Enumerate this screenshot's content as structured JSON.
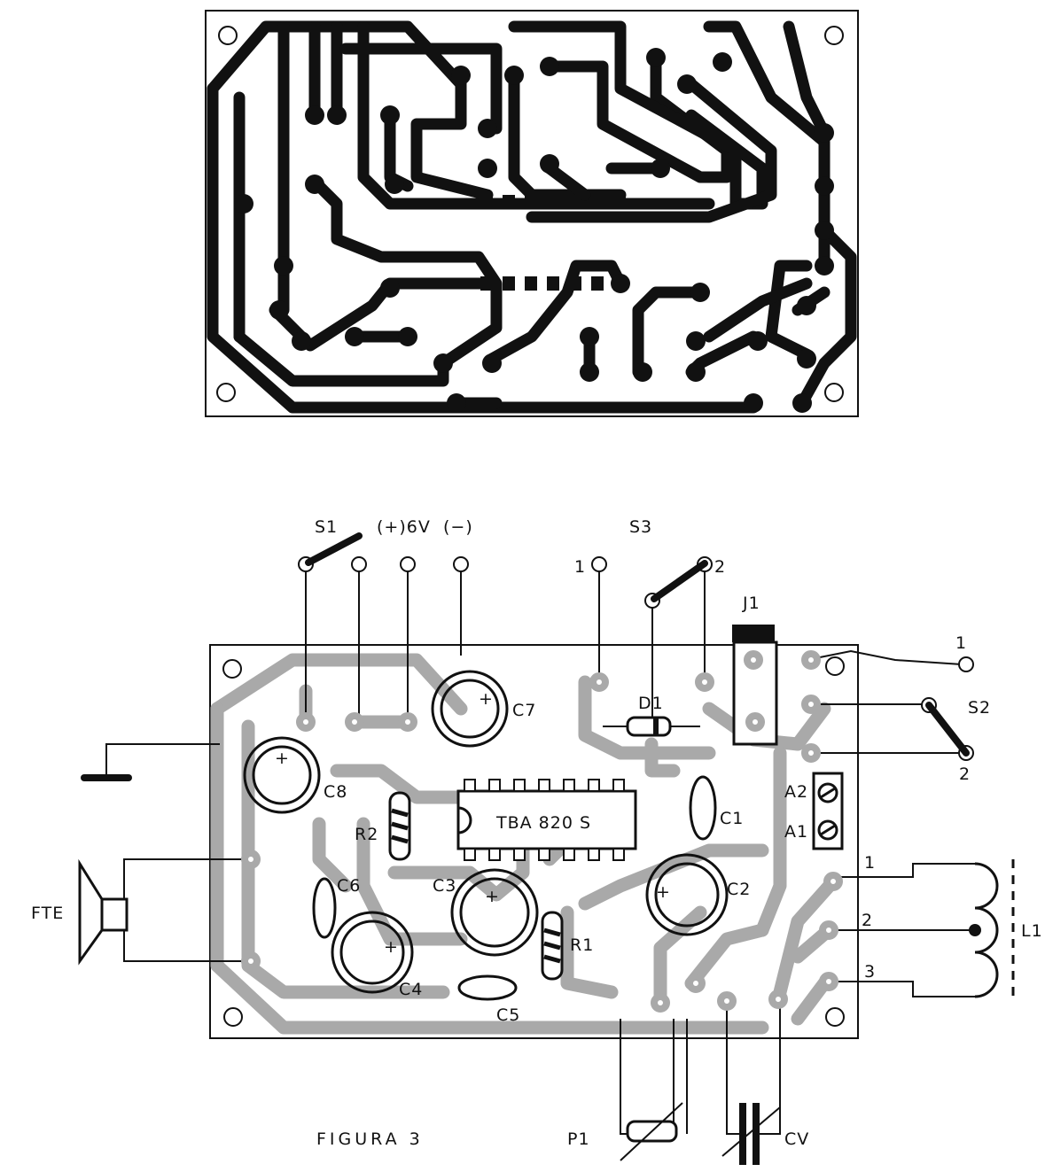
{
  "figure_caption": "FIGURA 3",
  "labels": {
    "s1": "S1",
    "supply_pos": "(+)6V",
    "supply_neg": "(−)",
    "s3": "S3",
    "s3_pin1": "1",
    "s3_pin2": "2",
    "j1": "J1",
    "s2": "S2",
    "s2_pin1": "1",
    "s2_pin2": "2",
    "a2": "A2",
    "a1": "A1",
    "l1": "L1",
    "l1_pin1": "1",
    "l1_pin2": "2",
    "l1_pin3": "3",
    "c7": "C7",
    "d1": "D1",
    "c8": "C8",
    "r2": "R2",
    "ic": "TBA 820 S",
    "c1": "C1",
    "c6": "C6",
    "c3": "C3",
    "c2": "C2",
    "r1": "R1",
    "c4": "C4",
    "c5": "C5",
    "fte": "FTE",
    "p1": "P1",
    "cv": "CV",
    "plus": "+"
  }
}
